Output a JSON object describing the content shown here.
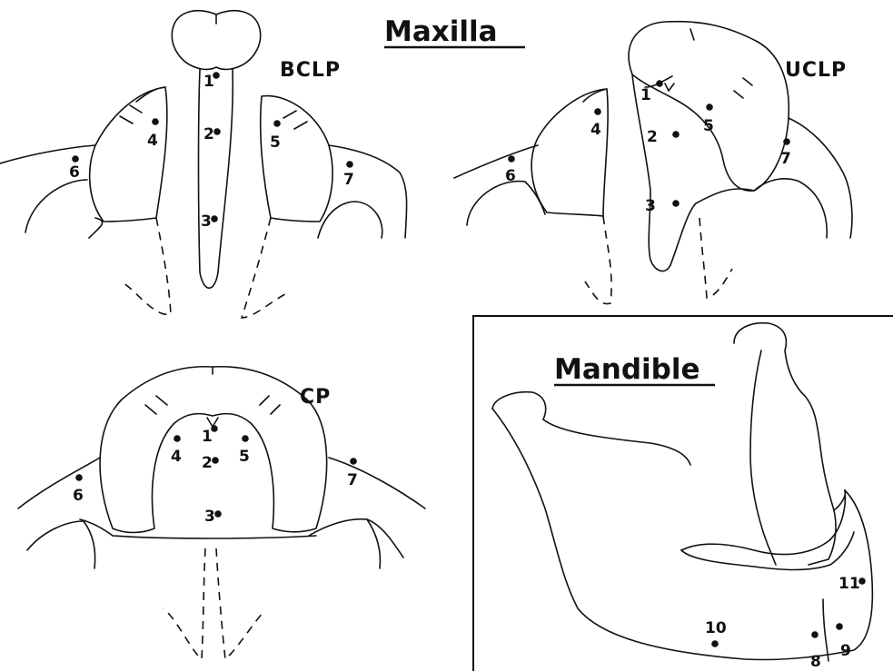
{
  "titles": {
    "maxilla": "Maxilla",
    "mandible": "Mandible"
  },
  "labels": {
    "bclp": "BCLP",
    "uclp": "UCLP",
    "cp": "CP"
  },
  "points": {
    "bclp": [
      "1",
      "2",
      "3",
      "4",
      "5",
      "6",
      "7"
    ],
    "uclp": [
      "1",
      "2",
      "3",
      "4",
      "5",
      "6",
      "7"
    ],
    "cp": [
      "1",
      "2",
      "3",
      "4",
      "5",
      "6",
      "7"
    ],
    "mandible": [
      "8",
      "9",
      "10",
      "11"
    ]
  }
}
